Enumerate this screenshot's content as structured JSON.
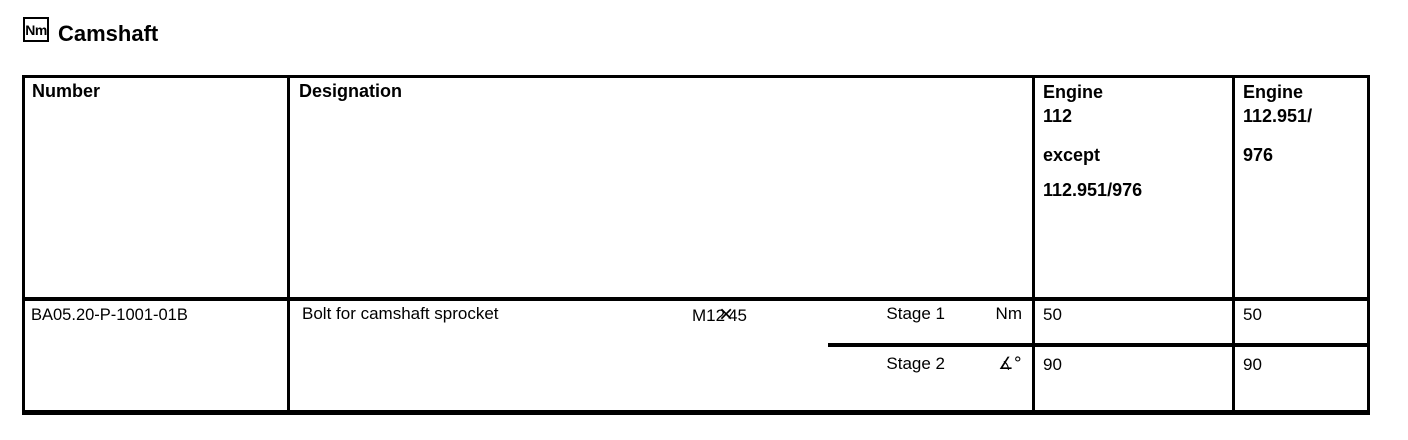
{
  "page": {
    "nm_badge": "Nm",
    "title": "Camshaft"
  },
  "table": {
    "header": {
      "number": "Number",
      "designation": "Designation",
      "engine_except": {
        "l1": "Engine",
        "l2": "112",
        "l3": "except",
        "l4": "112.951/976"
      },
      "engine_only": {
        "l1": "Engine",
        "l2": "112.951/",
        "l3": "976"
      }
    },
    "row": {
      "number": "BA05.20-P-1001-01B",
      "designation": "Bolt for camshaft sprocket",
      "size": {
        "prefix": "M12",
        "times": "×",
        "suffix": "45"
      },
      "stage1": {
        "label": "Stage 1",
        "unit": "Nm",
        "engine_except": "50",
        "engine_only": "50"
      },
      "stage2": {
        "label": "Stage 2",
        "unit": "∡°",
        "engine_except": "90",
        "engine_only": "90"
      }
    }
  },
  "colors": {
    "text": "#000000",
    "border": "#000000",
    "background": "#ffffff"
  }
}
